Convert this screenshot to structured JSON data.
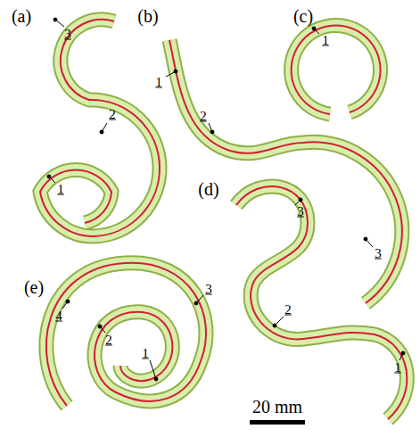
{
  "diagram": {
    "labels": [
      "(a)",
      "(b)",
      "(c)",
      "3",
      "1",
      "2",
      "1",
      "2",
      "1",
      "(d)",
      "3",
      "3",
      "(e)",
      "3",
      "4",
      "2",
      "2",
      "1",
      "1",
      "20 mm"
    ]
  }
}
